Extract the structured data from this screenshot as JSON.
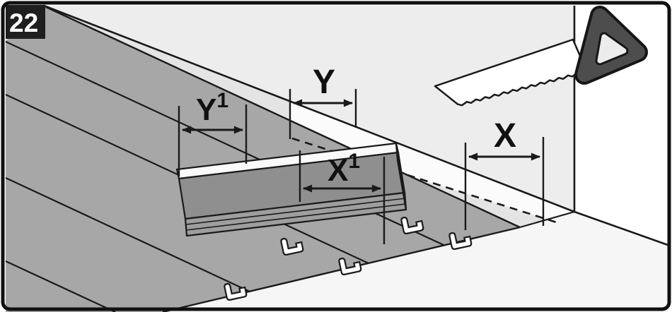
{
  "figure": {
    "step_number": "22",
    "dimensions": {
      "y1": {
        "base": "Y",
        "sup": "1"
      },
      "y": {
        "label": "Y"
      },
      "x1": {
        "base": "X",
        "sup": "1"
      },
      "x": {
        "label": "X"
      }
    },
    "icons": {
      "tool": "handsaw-icon",
      "fastener": "fitting-clip-icon"
    },
    "colors": {
      "outline": "#1a1a1a",
      "badge_background": "#1f1f1f",
      "badge_text": "#ffffff",
      "back_wall": "#ededed",
      "side_wall": "#ffffff",
      "subfloor": "#e4e4e4",
      "subfloor_near_wall": "#fbfbfb",
      "subfloor_corner": "#f6f6f6",
      "installed_planks": "#a7a7a7",
      "panel_top": "#8f8f8f",
      "panel_front": "#9e9e9e",
      "panel_end": "#c2c2c2",
      "panel_edge_highlight": "#fafafa",
      "saw_handle": "#4d4d4d"
    }
  }
}
